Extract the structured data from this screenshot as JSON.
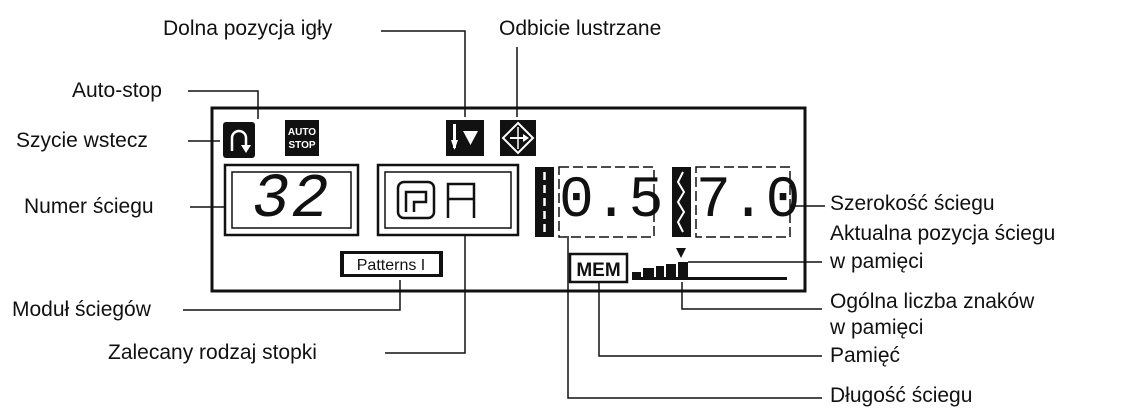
{
  "labels": {
    "needle_down": "Dolna pozycja igły",
    "mirror": "Odbicie lustrzane",
    "auto_stop": "Auto-stop",
    "reverse": "Szycie wstecz",
    "stitch_number": "Numer ściegu",
    "stitch_width": "Szerokość ściegu",
    "current_position_line1": "Aktualna pozycja ściegu",
    "current_position_line2": "w pamięci",
    "module": "Moduł ściegów",
    "total_chars_line1": "Ogólna liczba znaków",
    "total_chars_line2": "w pamięci",
    "foot": "Zalecany rodzaj stopki",
    "memory": "Pamięć",
    "stitch_length": "Długość ściegu"
  },
  "display": {
    "stitch_number": "32",
    "stitch_length": "0.5",
    "stitch_width": "7.0",
    "module_badge": "Patterns I",
    "mem_badge": "MEM",
    "auto_stop_line1": "AUTO",
    "auto_stop_line2": "STOP"
  },
  "icons": {
    "reverse": "reverse-stitch-icon",
    "auto_stop": "auto-stop-icon",
    "needle_down": "needle-down-icon",
    "mirror": "mirror-image-icon",
    "length": "straight-stitch-icon",
    "width": "zigzag-stitch-icon",
    "foot": "presser-foot-icon"
  }
}
